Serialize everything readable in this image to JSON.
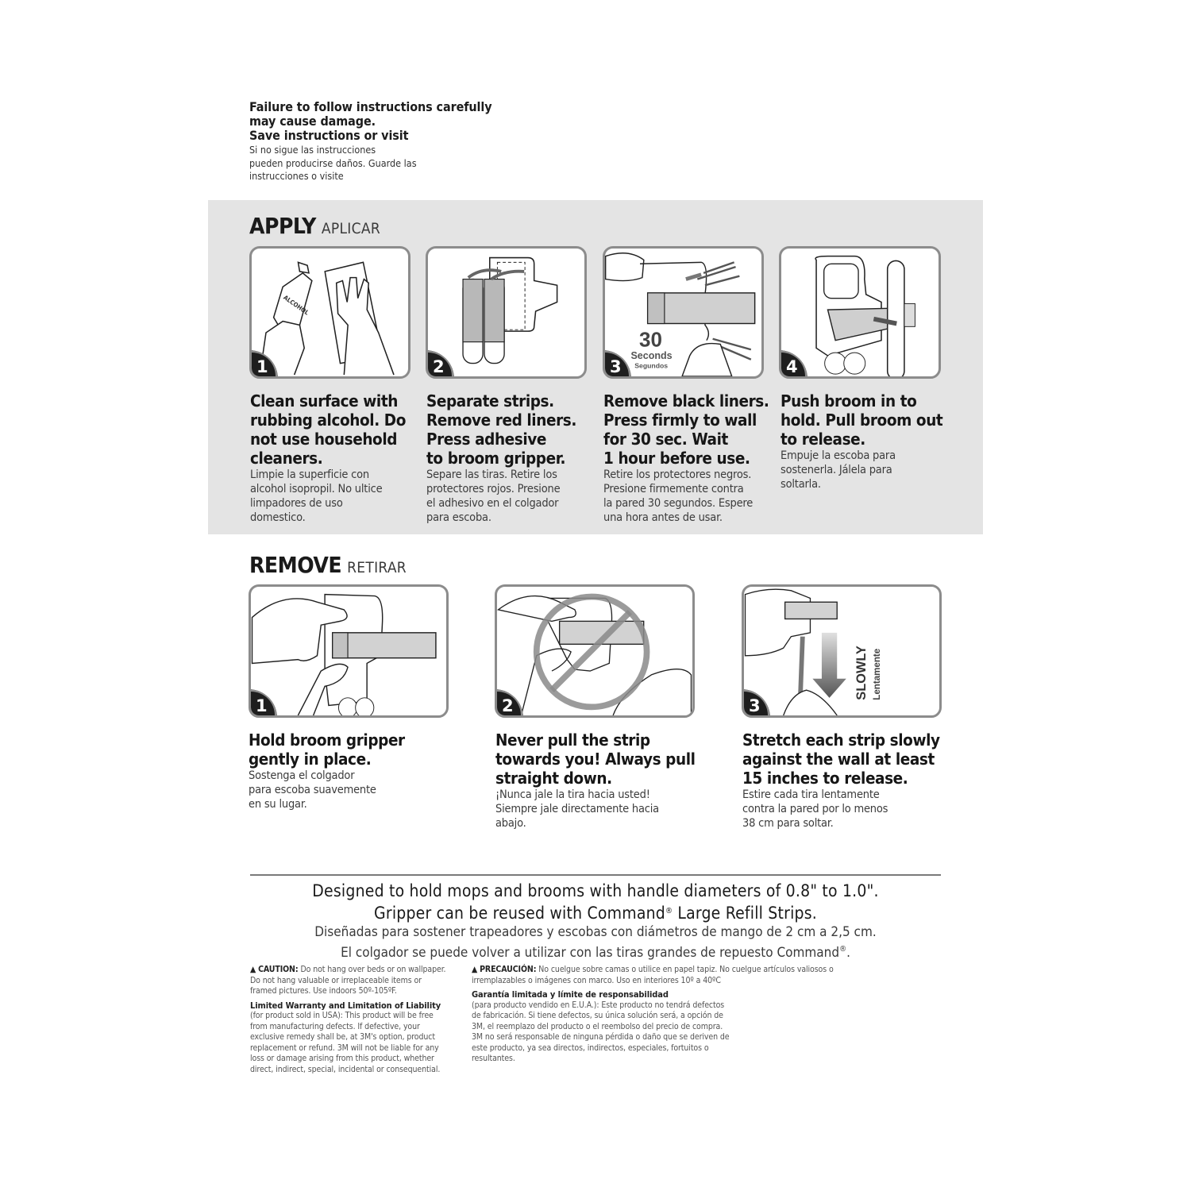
{
  "intro": {
    "en_lines": [
      "Failure to follow instructions carefully",
      "may cause damage.",
      "Save instructions or visit"
    ],
    "es_lines": [
      "Si no sigue las instrucciones",
      "pueden producirse daños. Guarde las",
      "instrucciones o visite"
    ]
  },
  "apply": {
    "title": "APPLY",
    "subtitle": "APLICAR",
    "background_color": "#e4e4e4",
    "steps": [
      {
        "number": "1",
        "illustration": "hand-holding-alcohol-bottle-and-hand-wiping-with-cloth",
        "bottle_label": "ALCOHOL",
        "en_lines": [
          "Clean surface with",
          "rubbing alcohol. Do",
          "not use household",
          "cleaners."
        ],
        "es_lines": [
          "Limpie la superficie con",
          "alcohol isopropil. No ultice",
          "limpadores de uso",
          "domestico."
        ]
      },
      {
        "number": "2",
        "illustration": "two-adhesive-strips-being-applied-to-gripper-back",
        "en_lines": [
          "Separate strips.",
          "Remove red liners.",
          "Press adhesive",
          "to broom gripper."
        ],
        "es_lines": [
          "Separe las tiras. Retire los",
          "protectores rojos. Presione",
          "el adhesivo en el colgador",
          "para escoba."
        ]
      },
      {
        "number": "3",
        "illustration": "hands-pressing-gripper-to-wall",
        "timer_value": "30",
        "timer_unit_en": "Seconds",
        "timer_unit_es": "Segundos",
        "en_lines": [
          "Remove black liners.",
          "Press firmly to wall",
          "for 30 sec. Wait",
          "1 hour before use."
        ],
        "es_lines": [
          "Retire los protectores negros.",
          "Presione firmemente contra",
          "la pared 30 segundos. Espere",
          "una hora antes de usar."
        ]
      },
      {
        "number": "4",
        "illustration": "broom-handle-pushed-into-gripper",
        "en_lines": [
          "Push broom in to",
          "hold. Pull broom out",
          "to release."
        ],
        "es_lines": [
          "Empuje la escoba para",
          "sostenerla. Jálela para",
          "soltarla."
        ]
      }
    ]
  },
  "remove": {
    "title": "REMOVE",
    "subtitle": "RETIRAR",
    "steps": [
      {
        "number": "1",
        "illustration": "hand-holding-gripper-on-wall",
        "en_lines": [
          "Hold broom gripper",
          "gently in place."
        ],
        "es_lines": [
          "Sostenga el colgador",
          "para escoba suavemente",
          "en su lugar."
        ]
      },
      {
        "number": "2",
        "illustration": "prohibited-pulling-strip-outward",
        "en_lines": [
          "Never pull the strip",
          "towards you! Always pull",
          "straight down."
        ],
        "es_lines": [
          "¡Nunca jale la tira hacia usted!",
          "Siempre jale directamente hacia",
          "abajo."
        ]
      },
      {
        "number": "3",
        "illustration": "stretching-strip-downward-slowly",
        "arrow_label_en": "SLOWLY",
        "arrow_label_es": "Lentamente",
        "en_lines": [
          "Stretch each strip slowly",
          "against the wall at least",
          "15 inches to release."
        ],
        "es_lines": [
          "Estire cada tira lentamente",
          "contra la pared por lo menos",
          "38 cm para soltar."
        ]
      }
    ]
  },
  "footer": {
    "en_line1": "Designed to hold mops and brooms with handle diameters of 0.8\" to 1.0\".",
    "en_line2_pre": "Gripper can be reused with Command",
    "en_line2_post": " Large Refill Strips.",
    "es_line1": "Diseñadas para sostener trapeadores y escobas con diámetros de mango de 2 cm a 2,5 cm.",
    "es_line2_pre": "El colgador se puede volver a utilizar con las tiras grandes de repuesto Command",
    "es_line2_post": ".",
    "registered_mark": "®"
  },
  "legal": {
    "caution_en": {
      "icon": "warning-triangle-icon",
      "label": "CAUTION:",
      "text": "Do not hang over beds or on wallpaper. Do not hang valuable or irreplaceable items or framed pictures. Use indoors 50º-105ºF."
    },
    "warranty_en": {
      "heading": "Limited Warranty and Limitation of Liability",
      "text": "(for product sold in USA): This product will be free from manufacturing defects. If defective, your exclusive remedy shall be, at 3M's option, product replacement or refund. 3M will not be liable for any loss or damage arising from this product, whether direct, indirect, special, incidental or consequential."
    },
    "caution_es": {
      "icon": "warning-triangle-icon",
      "label": "PRECAUCIÓN:",
      "text": "No cuelgue sobre camas o utilice en papel tapiz. No cuelgue artículos valiosos o irremplazables o imágenes con marco. Uso en interiores 10º a 40ºC"
    },
    "warranty_es": {
      "heading": "Garantía limitada y límite de responsabilidad",
      "text": "(para producto vendido en E.U.A.): Este producto no tendrá defectos de fabricación. Si tiene defectos, su única solución será, a opción de 3M, el reemplazo del producto o el reembolso del precio de compra. 3M no será responsable de ninguna pérdida o daño que se deriven de este producto, ya sea directos, indirectos, especiales, fortuitos o resultantes."
    }
  }
}
